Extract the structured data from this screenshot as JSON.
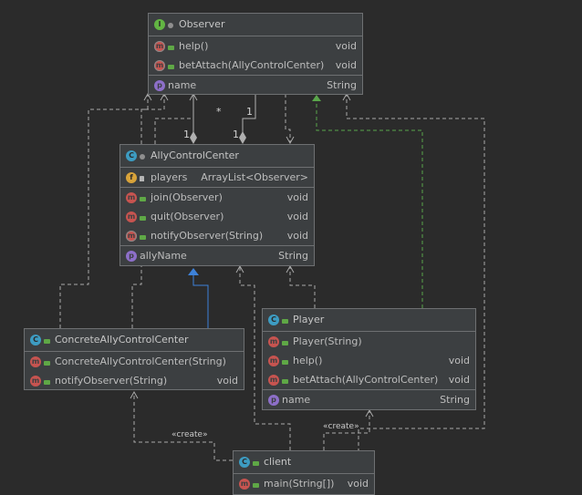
{
  "classes": {
    "observer": {
      "name": "Observer",
      "badge": "I",
      "members": [
        {
          "badge": "m",
          "name": "help()",
          "type": "void"
        },
        {
          "badge": "m",
          "name": "betAttach(AllyControlCenter)",
          "type": "void"
        }
      ],
      "properties": [
        {
          "badge": "p",
          "name": "name",
          "type": "String"
        }
      ]
    },
    "ally": {
      "name": "AllyControlCenter",
      "badge": "C",
      "fields": [
        {
          "badge": "f",
          "name": "players",
          "type": "ArrayList<Observer>"
        }
      ],
      "methods": [
        {
          "badge": "m",
          "name": "join(Observer)",
          "type": "void"
        },
        {
          "badge": "m",
          "name": "quit(Observer)",
          "type": "void"
        },
        {
          "badge": "m",
          "name": "notifyObserver(String)",
          "type": "void"
        }
      ],
      "properties": [
        {
          "badge": "p",
          "name": "allyName",
          "type": "String"
        }
      ]
    },
    "concrete": {
      "name": "ConcreteAllyControlCenter",
      "badge": "C",
      "methods": [
        {
          "badge": "m",
          "name": "ConcreteAllyControlCenter(String)",
          "type": ""
        },
        {
          "badge": "m",
          "name": "notifyObserver(String)",
          "type": "void"
        }
      ]
    },
    "player": {
      "name": "Player",
      "badge": "C",
      "methods": [
        {
          "badge": "m",
          "name": "Player(String)",
          "type": ""
        },
        {
          "badge": "m",
          "name": "help()",
          "type": "void"
        },
        {
          "badge": "m",
          "name": "betAttach(AllyControlCenter)",
          "type": "void"
        }
      ],
      "properties": [
        {
          "badge": "p",
          "name": "name",
          "type": "String"
        }
      ]
    },
    "client": {
      "name": "client",
      "badge": "C",
      "methods": [
        {
          "badge": "m",
          "name": "main(String[])",
          "type": "void"
        }
      ]
    }
  },
  "labels": {
    "create_left": "«create»",
    "create_right": "«create»",
    "mult_star": "*",
    "mult_one_a": "1",
    "mult_one_b": "1",
    "mult_one_c": "1"
  },
  "colors": {
    "dashed_link": "#a9a9a9",
    "composition": "#b0b0b0",
    "extends_link": "#3d82d9",
    "implements_link": "#5aa64b",
    "interface_badge": "#62b543",
    "class_badge": "#3d9cc2",
    "method_badge": "#c75450",
    "field_badge": "#d8a33a",
    "property_badge": "#8d6fc9"
  }
}
